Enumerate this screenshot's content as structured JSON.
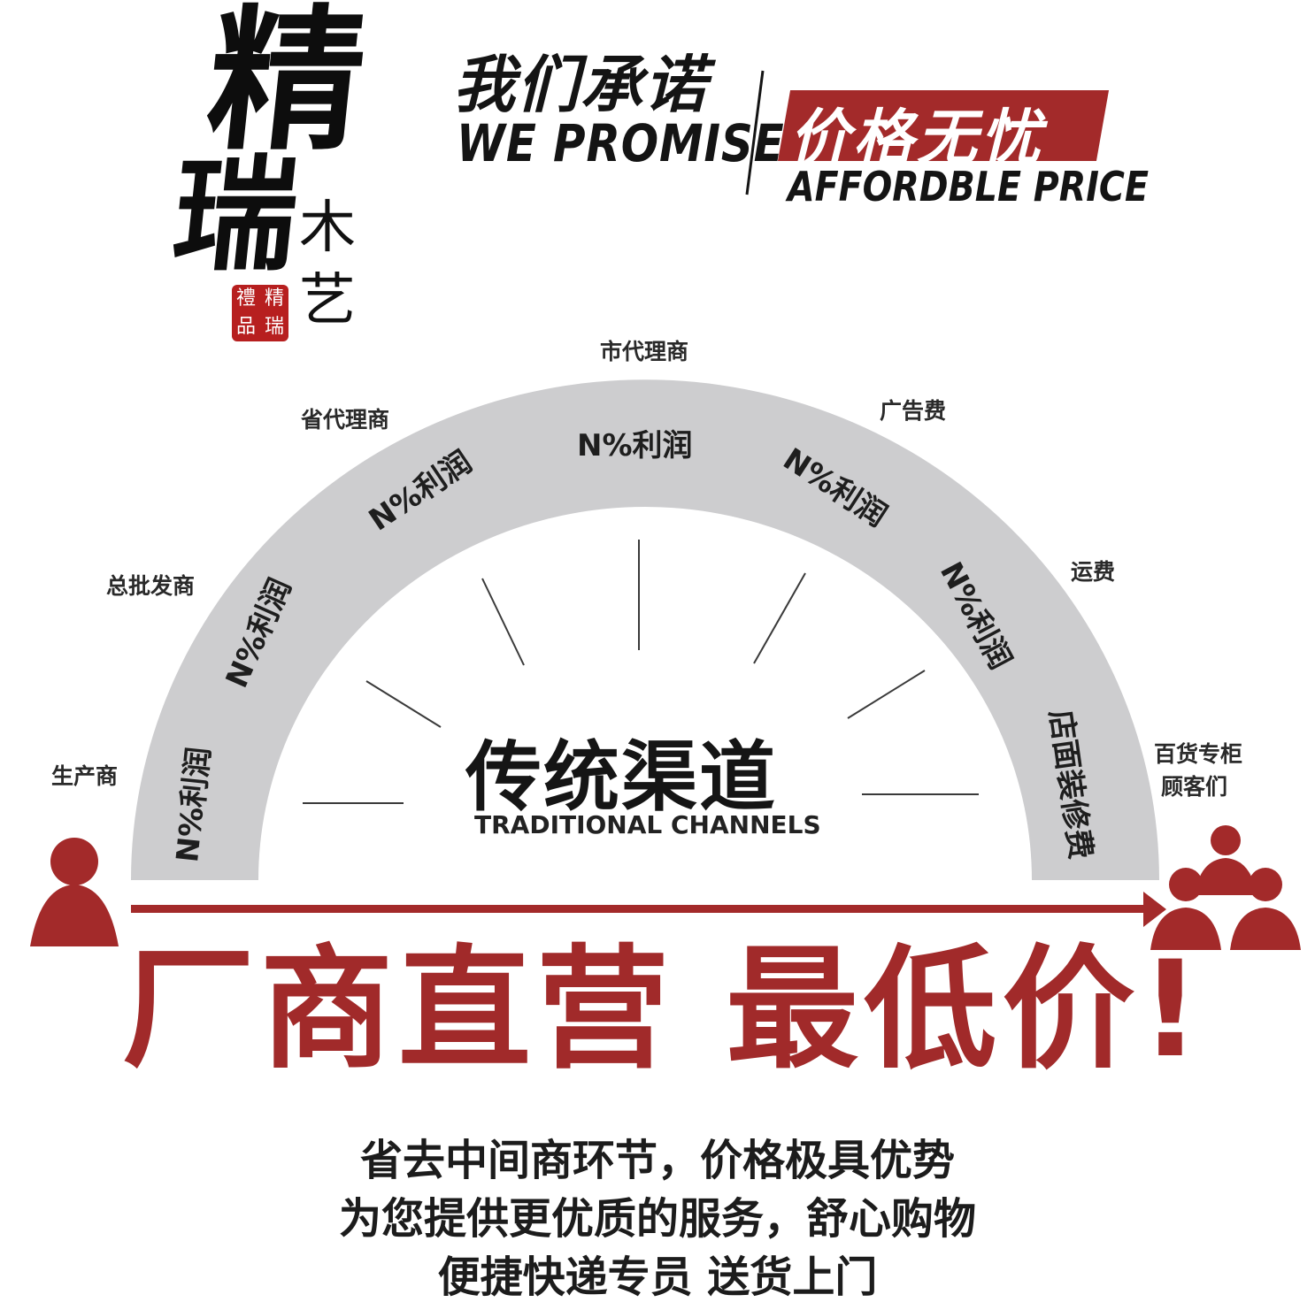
{
  "brand": {
    "char1": "精",
    "char2": "瑞",
    "char3": "木",
    "char4": "艺",
    "seal": [
      "禮",
      "精",
      "品",
      "瑞"
    ]
  },
  "promise": {
    "cn": "我们承诺",
    "en": "WE PROMISE",
    "price_cn": "价格无忧",
    "price_en": "AFFORDBLE PRICE"
  },
  "diagram": {
    "nodes": {
      "producer": "生产商",
      "wholesaler": "总批发商",
      "province_agent": "省代理商",
      "city_agent": "市代理商",
      "ad_fee": "广告费",
      "shipping": "运费",
      "store_line1": "百货专柜",
      "store_line2": "顾客们"
    },
    "profits": [
      "N%利润",
      "N%利润",
      "N%利润",
      "N%利润",
      "N%利润",
      "N%利润"
    ],
    "decoration_fee": "店面装修费",
    "center_cn": "传统渠道",
    "center_en": "TRADITIONAL CHANNELS"
  },
  "headline": "厂商直营 最低价!",
  "bottom": [
    "省去中间商环节，价格极具优势",
    "为您提供更优质的服务，舒心购物",
    "便捷快递专员  送货上门"
  ],
  "colors": {
    "accent": "#a32a2a",
    "arc": "#cdcdcf",
    "text": "#1f1f1f"
  }
}
